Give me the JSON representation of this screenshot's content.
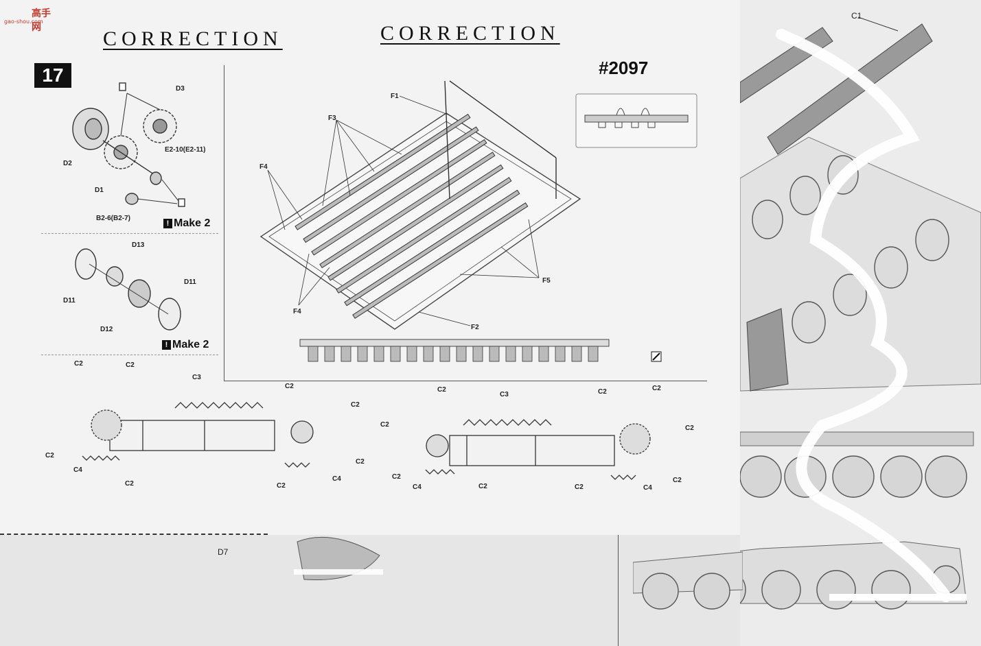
{
  "logo": {
    "text": "高手网",
    "subtext": "gao-shou.com"
  },
  "headings": {
    "left": "CORRECTION",
    "center": "CORRECTION"
  },
  "step": {
    "number": "17"
  },
  "kit": {
    "number": "#2097"
  },
  "parts": {
    "d3": "D3",
    "d2": "D2",
    "d1": "D1",
    "e2": "E2-10(E2-11)",
    "b2": "B2-6(B2-7)",
    "d13": "D13",
    "d11a": "D11",
    "d11b": "D11",
    "d12": "D12",
    "f1": "F1",
    "f2": "F2",
    "f3": "F3",
    "f4a": "F4",
    "f4b": "F4",
    "f5": "F5",
    "c1": "C1",
    "c2": "C2",
    "c3": "C3",
    "c4": "C4",
    "d7": "D7"
  },
  "make_notes": {
    "first": "Make 2",
    "second": "Make 2",
    "icon": "!"
  },
  "colors": {
    "ink": "#222222",
    "paper": "#f3f3f4",
    "marker": "#ffffff",
    "logo": "#c0392b"
  }
}
